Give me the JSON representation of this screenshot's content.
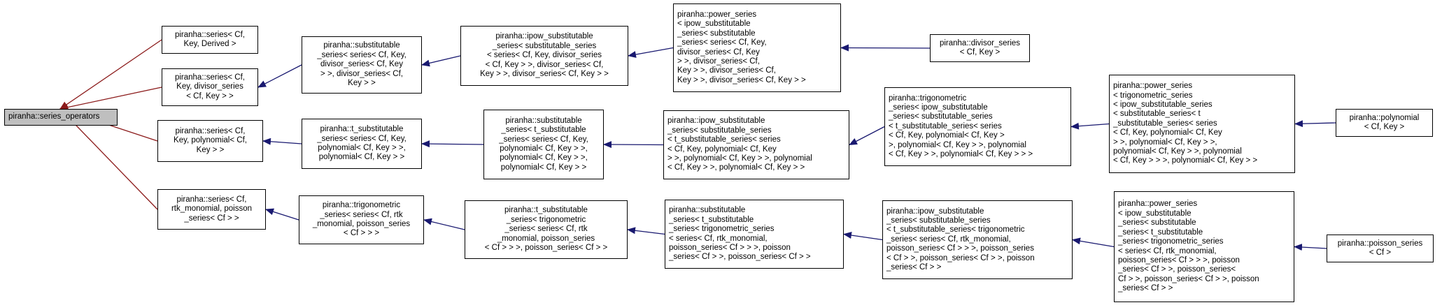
{
  "edge_colors": {
    "derived_from_root": "#8b1a1a",
    "inherits": "#191970"
  },
  "nodes": [
    {
      "id": "series_operators",
      "lines": [
        "piranha::series_operators"
      ]
    },
    {
      "id": "series_derived",
      "lines": [
        "piranha::series< Cf,",
        "Key, Derived >"
      ]
    },
    {
      "id": "series_divisor",
      "lines": [
        "piranha::series< Cf,",
        "Key, divisor_series",
        "< Cf, Key > >"
      ]
    },
    {
      "id": "series_polynomial",
      "lines": [
        "piranha::series< Cf,",
        "Key, polynomial< Cf,",
        "Key > >"
      ]
    },
    {
      "id": "series_rtk",
      "lines": [
        "piranha::series< Cf,",
        "rtk_monomial, poisson",
        "_series< Cf > >"
      ]
    },
    {
      "id": "subst_divisor",
      "lines": [
        "piranha::substitutable",
        "_series< series< Cf, Key,",
        "divisor_series< Cf, Key",
        "> >, divisor_series< Cf,",
        "Key > >"
      ]
    },
    {
      "id": "tsubst_polynomial",
      "lines": [
        "piranha::t_substitutable",
        "_series< series< Cf, Key,",
        "polynomial< Cf, Key > >,",
        "polynomial< Cf, Key > >"
      ]
    },
    {
      "id": "trig_rtk",
      "lines": [
        "piranha::trigonometric",
        "_series< series< Cf, rtk",
        "_monomial, poisson_series",
        "< Cf > > >"
      ]
    },
    {
      "id": "ipow_subst_divisor",
      "lines": [
        "piranha::ipow_substitutable",
        "_series< substitutable_series",
        "< series< Cf, Key, divisor_series",
        "< Cf, Key > >, divisor_series< Cf,",
        "Key > >, divisor_series< Cf, Key > >"
      ]
    },
    {
      "id": "subst_tsubst_poly",
      "lines": [
        "piranha::substitutable",
        "_series< t_substitutable",
        "_series< series< Cf, Key,",
        "polynomial< Cf, Key > >,",
        "polynomial< Cf, Key > >,",
        "polynomial< Cf, Key > >"
      ]
    },
    {
      "id": "tsubst_trig",
      "lines": [
        "piranha::t_substitutable",
        "_series< trigonometric",
        "_series< series< Cf, rtk",
        "_monomial, poisson_series",
        "< Cf > > >, poisson_series< Cf > >"
      ]
    },
    {
      "id": "power_divisor",
      "lines": [
        "piranha::power_series",
        "< ipow_substitutable",
        "_series< substitutable",
        "_series< series< Cf, Key,",
        "divisor_series< Cf, Key",
        "> >, divisor_series< Cf,",
        "Key > >, divisor_series< Cf,",
        "Key > >, divisor_series< Cf, Key > >"
      ]
    },
    {
      "id": "ipow_subst_tsubst_poly",
      "lines": [
        "piranha::ipow_substitutable",
        "_series< substitutable_series",
        "< t_substitutable_series< series",
        "< Cf, Key, polynomial< Cf, Key",
        "> >, polynomial< Cf, Key > >, polynomial",
        "< Cf, Key > >, polynomial< Cf, Key > >"
      ]
    },
    {
      "id": "subst_tsubst_trig",
      "lines": [
        "piranha::substitutable",
        "_series< t_substitutable",
        "_series< trigonometric_series",
        "< series< Cf, rtk_monomial,",
        "poisson_series< Cf > > >, poisson",
        "_series< Cf > >, poisson_series< Cf > >"
      ]
    },
    {
      "id": "divisor_series",
      "lines": [
        "piranha::divisor_series",
        "< Cf, Key >"
      ]
    },
    {
      "id": "trig_ipow_poly",
      "lines": [
        "piranha::trigonometric",
        "_series< ipow_substitutable",
        "_series< substitutable_series",
        "< t_substitutable_series< series",
        "< Cf, Key, polynomial< Cf, Key >",
        ">, polynomial< Cf, Key > >, polynomial",
        "< Cf, Key > >, polynomial< Cf, Key > > >"
      ]
    },
    {
      "id": "ipow_subst_tsubst_trig",
      "lines": [
        "piranha::ipow_substitutable",
        "_series< substitutable_series",
        "< t_substitutable_series< trigonometric",
        "_series< series< Cf, rtk_monomial,",
        "poisson_series< Cf > > >, poisson_series",
        "< Cf > >, poisson_series< Cf > >, poisson",
        "_series< Cf > >"
      ]
    },
    {
      "id": "power_trig",
      "lines": [
        "piranha::power_series",
        "< trigonometric_series",
        "< ipow_substitutable_series",
        "< substitutable_series< t",
        "_substitutable_series< series",
        "< Cf, Key, polynomial< Cf, Key",
        "> >, polynomial< Cf, Key > >,",
        "polynomial< Cf, Key > >, polynomial",
        "< Cf, Key > > >, polynomial< Cf, Key > >"
      ]
    },
    {
      "id": "power_ipow_trig",
      "lines": [
        "piranha::power_series",
        "< ipow_substitutable",
        "_series< substitutable",
        "_series< t_substitutable",
        "_series< trigonometric_series",
        "< series< Cf, rtk_monomial,",
        "poisson_series< Cf > > >, poisson",
        "_series< Cf > >, poisson_series<",
        "Cf > >, poisson_series< Cf > >, poisson",
        "_series< Cf > >"
      ]
    },
    {
      "id": "polynomial",
      "lines": [
        "piranha::polynomial",
        "< Cf, Key >"
      ]
    },
    {
      "id": "poisson_series",
      "lines": [
        "piranha::poisson_series",
        "< Cf >"
      ]
    }
  ],
  "edges": [
    {
      "from": "series_derived",
      "to": "series_operators",
      "kind": "derived_from_root"
    },
    {
      "from": "series_divisor",
      "to": "series_operators",
      "kind": "derived_from_root"
    },
    {
      "from": "series_polynomial",
      "to": "series_operators",
      "kind": "derived_from_root"
    },
    {
      "from": "series_rtk",
      "to": "series_operators",
      "kind": "derived_from_root"
    },
    {
      "from": "subst_divisor",
      "to": "series_divisor",
      "kind": "inherits"
    },
    {
      "from": "tsubst_polynomial",
      "to": "series_polynomial",
      "kind": "inherits"
    },
    {
      "from": "trig_rtk",
      "to": "series_rtk",
      "kind": "inherits"
    },
    {
      "from": "ipow_subst_divisor",
      "to": "subst_divisor",
      "kind": "inherits"
    },
    {
      "from": "subst_tsubst_poly",
      "to": "tsubst_polynomial",
      "kind": "inherits"
    },
    {
      "from": "tsubst_trig",
      "to": "trig_rtk",
      "kind": "inherits"
    },
    {
      "from": "power_divisor",
      "to": "ipow_subst_divisor",
      "kind": "inherits"
    },
    {
      "from": "ipow_subst_tsubst_poly",
      "to": "subst_tsubst_poly",
      "kind": "inherits"
    },
    {
      "from": "subst_tsubst_trig",
      "to": "tsubst_trig",
      "kind": "inherits"
    },
    {
      "from": "divisor_series",
      "to": "power_divisor",
      "kind": "inherits"
    },
    {
      "from": "trig_ipow_poly",
      "to": "ipow_subst_tsubst_poly",
      "kind": "inherits"
    },
    {
      "from": "ipow_subst_tsubst_trig",
      "to": "subst_tsubst_trig",
      "kind": "inherits"
    },
    {
      "from": "power_trig",
      "to": "trig_ipow_poly",
      "kind": "inherits"
    },
    {
      "from": "power_ipow_trig",
      "to": "ipow_subst_tsubst_trig",
      "kind": "inherits"
    },
    {
      "from": "polynomial",
      "to": "power_trig",
      "kind": "inherits"
    },
    {
      "from": "poisson_series",
      "to": "power_ipow_trig",
      "kind": "inherits"
    }
  ]
}
